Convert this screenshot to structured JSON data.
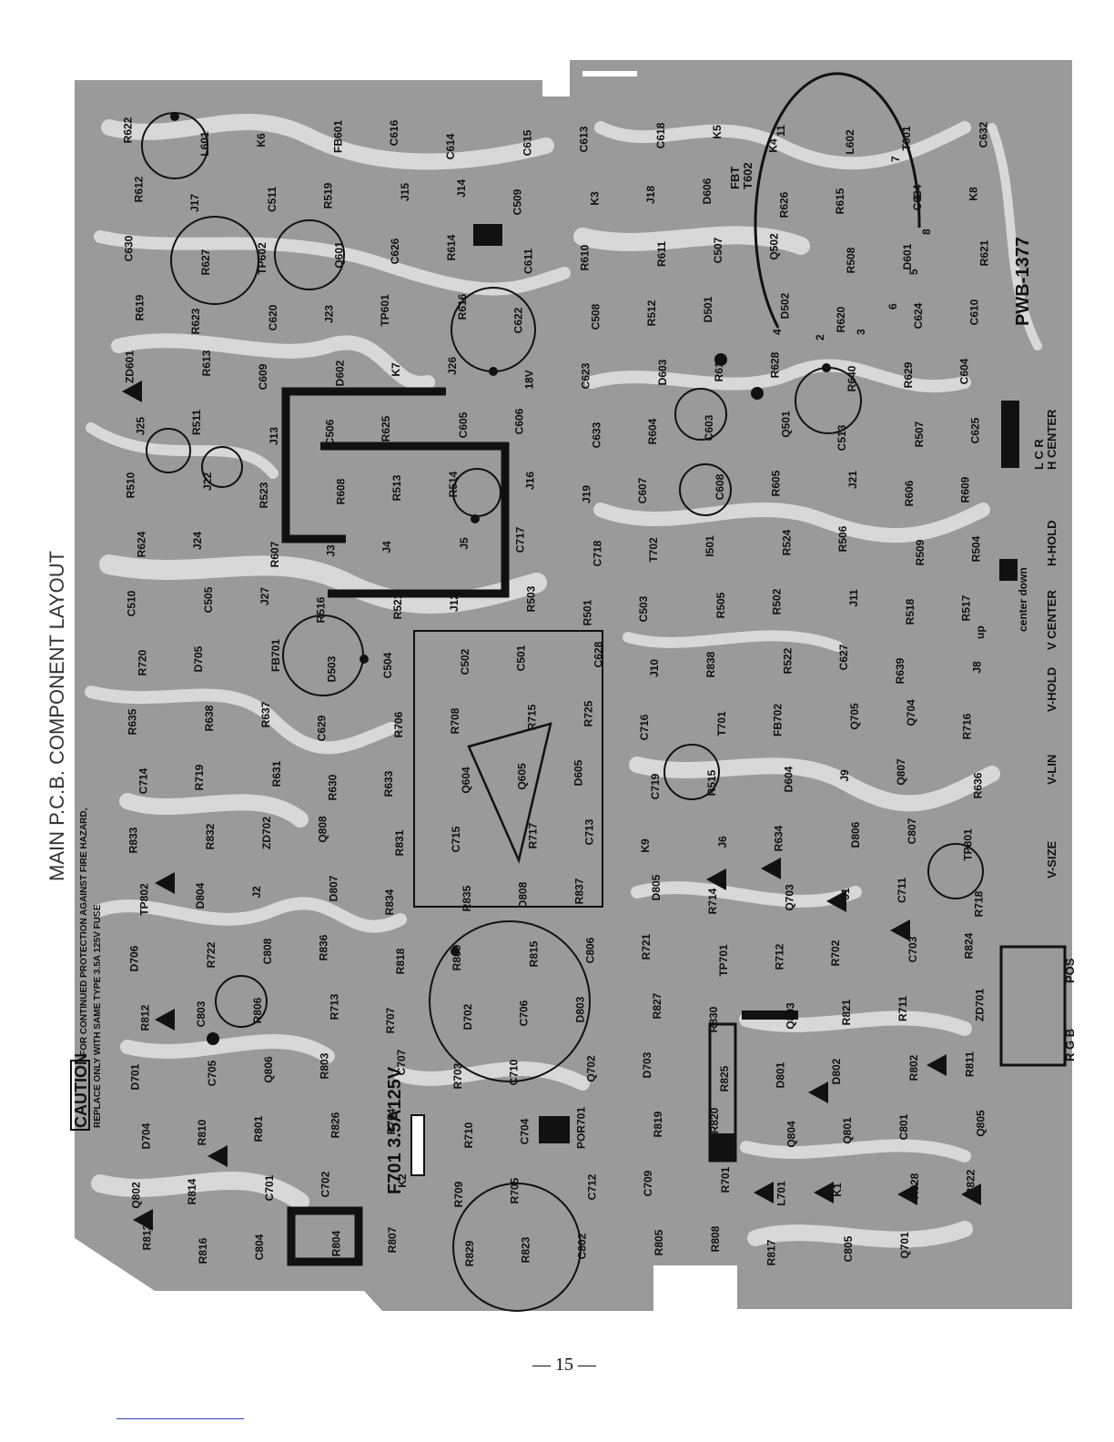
{
  "page": {
    "title": "MAIN P.C.B. COMPONENT LAYOUT",
    "caution_word": "CAUTION",
    "caution_line1": "FOR CONTINUED PROTECTION AGAINST FIRE HAZARD,",
    "caution_line2": "REPLACE ONLY WITH SAME TYPE 3.5A 125V FUSE",
    "fuse_label": "F701 3.5A125V",
    "board_id": "PWB-1377",
    "page_number": "— 15 —"
  },
  "controls": [
    "V-SIZE",
    "V-LIN",
    "V-HOLD",
    "V CENTER",
    "H-HOLD",
    "H CENTER"
  ],
  "switch_labels": {
    "up": "up",
    "center_down": "center down",
    "rgb": "R G B",
    "pos": "POS",
    "lcr": "L C R"
  },
  "transformer": {
    "name": "FBT",
    "ref": "T602",
    "pins": [
      "11",
      "7",
      "1",
      "8",
      "5",
      "6",
      "3",
      "2",
      "4"
    ]
  },
  "components": [
    "R622",
    "L601",
    "K6",
    "FB601",
    "C616",
    "C614",
    "C615",
    "C613",
    "C618",
    "K5",
    "K4",
    "L602",
    "T601",
    "C632",
    "R612",
    "J17",
    "C511",
    "R519",
    "J15",
    "J14",
    "C509",
    "K3",
    "J18",
    "D606",
    "R626",
    "R615",
    "C634",
    "K8",
    "C630",
    "R627",
    "TP602",
    "Q601",
    "C626",
    "R614",
    "C611",
    "R610",
    "R611",
    "C507",
    "Q502",
    "R508",
    "D601",
    "R621",
    "R619",
    "R623",
    "C620",
    "J23",
    "TP601",
    "R616",
    "C622",
    "C508",
    "R512",
    "D501",
    "D502",
    "R620",
    "C624",
    "C610",
    "ZD601",
    "R613",
    "C609",
    "D602",
    "K7",
    "J26",
    "18V",
    "C623",
    "D603",
    "R617",
    "R628",
    "R640",
    "R629",
    "C604",
    "J25",
    "R511",
    "J13",
    "C506",
    "R625",
    "C605",
    "C606",
    "C633",
    "R604",
    "C603",
    "Q501",
    "C513",
    "R507",
    "C625",
    "R510",
    "J22",
    "R523",
    "R608",
    "R513",
    "R514",
    "J16",
    "J19",
    "C607",
    "C608",
    "R605",
    "J21",
    "R606",
    "R609",
    "R624",
    "J24",
    "R607",
    "J3",
    "J4",
    "J5",
    "C717",
    "C718",
    "T702",
    "I501",
    "R524",
    "R506",
    "R509",
    "R504",
    "C510",
    "C505",
    "J27",
    "R516",
    "R521",
    "J12",
    "R503",
    "R501",
    "C503",
    "R505",
    "R502",
    "J11",
    "R518",
    "R517",
    "R720",
    "D705",
    "FB701",
    "D503",
    "C504",
    "C502",
    "C501",
    "C628",
    "J10",
    "R838",
    "R522",
    "C627",
    "R639",
    "J8",
    "R635",
    "R638",
    "R637",
    "C629",
    "R706",
    "R708",
    "R715",
    "R725",
    "C716",
    "T701",
    "FB702",
    "Q705",
    "Q704",
    "R716",
    "C714",
    "R719",
    "R631",
    "R630",
    "R633",
    "Q604",
    "Q605",
    "D605",
    "C719",
    "R515",
    "D604",
    "J9",
    "Q807",
    "R636",
    "R833",
    "R832",
    "ZD702",
    "Q808",
    "R831",
    "C715",
    "R717",
    "C713",
    "K9",
    "J6",
    "R634",
    "D806",
    "C807",
    "TP801",
    "TP802",
    "D804",
    "J2",
    "D807",
    "R834",
    "R835",
    "D808",
    "R837",
    "D805",
    "R714",
    "Q703",
    "J1",
    "C711",
    "R718",
    "D706",
    "R722",
    "C808",
    "R836",
    "R818",
    "R809",
    "R815",
    "C806",
    "R721",
    "TP701",
    "R712",
    "R702",
    "C703",
    "R824",
    "R812",
    "C803",
    "R806",
    "R713",
    "R707",
    "D702",
    "C706",
    "D803",
    "R827",
    "R830",
    "Q803",
    "R821",
    "R711",
    "ZD701",
    "D701",
    "C705",
    "Q806",
    "R803",
    "C707",
    "R703",
    "C710",
    "Q702",
    "D703",
    "R825",
    "D801",
    "D802",
    "R802",
    "R811",
    "D704",
    "R810",
    "R801",
    "R826",
    "R704",
    "R710",
    "C704",
    "POR701",
    "R819",
    "R820",
    "Q804",
    "Q801",
    "C801",
    "Q805",
    "Q802",
    "R814",
    "C701",
    "C702",
    "K2",
    "R709",
    "R705",
    "C712",
    "C709",
    "R701",
    "L701",
    "K1",
    "R828",
    "R822",
    "R813",
    "R816",
    "C804",
    "R804",
    "R807",
    "R829",
    "R823",
    "C802",
    "R805",
    "R808",
    "R817",
    "C805",
    "Q701"
  ]
}
